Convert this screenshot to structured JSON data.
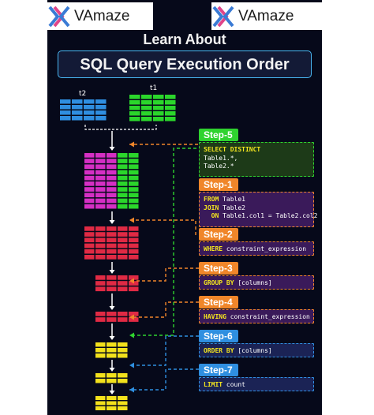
{
  "brand": {
    "name": "VAmaze"
  },
  "heading": "Learn About",
  "title": "SQL Query Execution Order",
  "tables": {
    "left_label": "t2",
    "right_label": "t1"
  },
  "steps": [
    {
      "title": "Step-5",
      "lines": [
        {
          "kw": "SELECT DISTINCT",
          "rest": ""
        },
        {
          "kw": "",
          "rest": "Table1.*,"
        },
        {
          "kw": "",
          "rest": "Table2.*"
        }
      ],
      "color": "#2fd32f",
      "bg": "#1d3a18"
    },
    {
      "title": "Step-1",
      "lines": [
        {
          "kw": "FROM",
          "rest": " Table1"
        },
        {
          "kw": "JOIN",
          "rest": " Table2"
        },
        {
          "kw": "  ON",
          "rest": " Table1.col1 = Table2.col2"
        }
      ],
      "color": "#f0862a",
      "bg": "#3a1a5a"
    },
    {
      "title": "Step-2",
      "lines": [
        {
          "kw": "WHERE",
          "rest": " constraint_expression"
        }
      ],
      "color": "#f0862a",
      "bg": "#3a1a5a"
    },
    {
      "title": "Step-3",
      "lines": [
        {
          "kw": "GROUP BY",
          "rest": " [columns]"
        }
      ],
      "color": "#f0862a",
      "bg": "#3a1a5a"
    },
    {
      "title": "Step-4",
      "lines": [
        {
          "kw": "HAVING",
          "rest": " constraint_expression"
        }
      ],
      "color": "#f0862a",
      "bg": "#3a1a5a"
    },
    {
      "title": "Step-6",
      "lines": [
        {
          "kw": "ORDER BY",
          "rest": " [columns]"
        }
      ],
      "color": "#2f8fe0",
      "bg": "#1b2355"
    },
    {
      "title": "Step-7",
      "lines": [
        {
          "kw": "LIMIT",
          "rest": " count"
        }
      ],
      "color": "#2f8fe0",
      "bg": "#1b2355"
    }
  ],
  "colors": {
    "keyword": "#f5e61e",
    "text": "#ffffff",
    "blue_table": "#2f8ee0",
    "green_table": "#2bd62b",
    "magenta": "#d52fc4",
    "red": "#e02a44",
    "yellow": "#f2e11c"
  }
}
